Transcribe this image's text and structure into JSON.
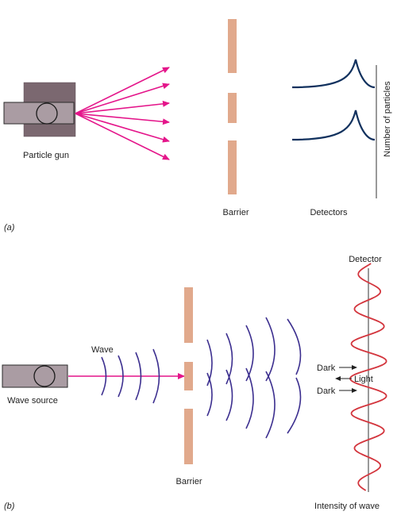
{
  "panel_a": {
    "label": "(a)",
    "particle_gun_label": "Particle gun",
    "barrier_label": "Barrier",
    "detectors_label": "Detectors",
    "axis_label": "Number of particles"
  },
  "panel_b": {
    "label": "(b)",
    "wave_label": "Wave",
    "wave_source_label": "Wave source",
    "barrier_label": "Barrier",
    "detector_label": "Detector",
    "intensity_label": "Intensity of wave",
    "dark_top": "Dark",
    "light": "Light",
    "dark_bottom": "Dark"
  },
  "colors": {
    "gun_body": "#7b6870",
    "gun_barrel": "#aa9ca3",
    "barrier": "#e1a98c",
    "particle_arrow": "#e4158a",
    "detector_curve": "#11315e",
    "wave_front": "#3c2f8f",
    "intensity_curve": "#d3353d"
  }
}
